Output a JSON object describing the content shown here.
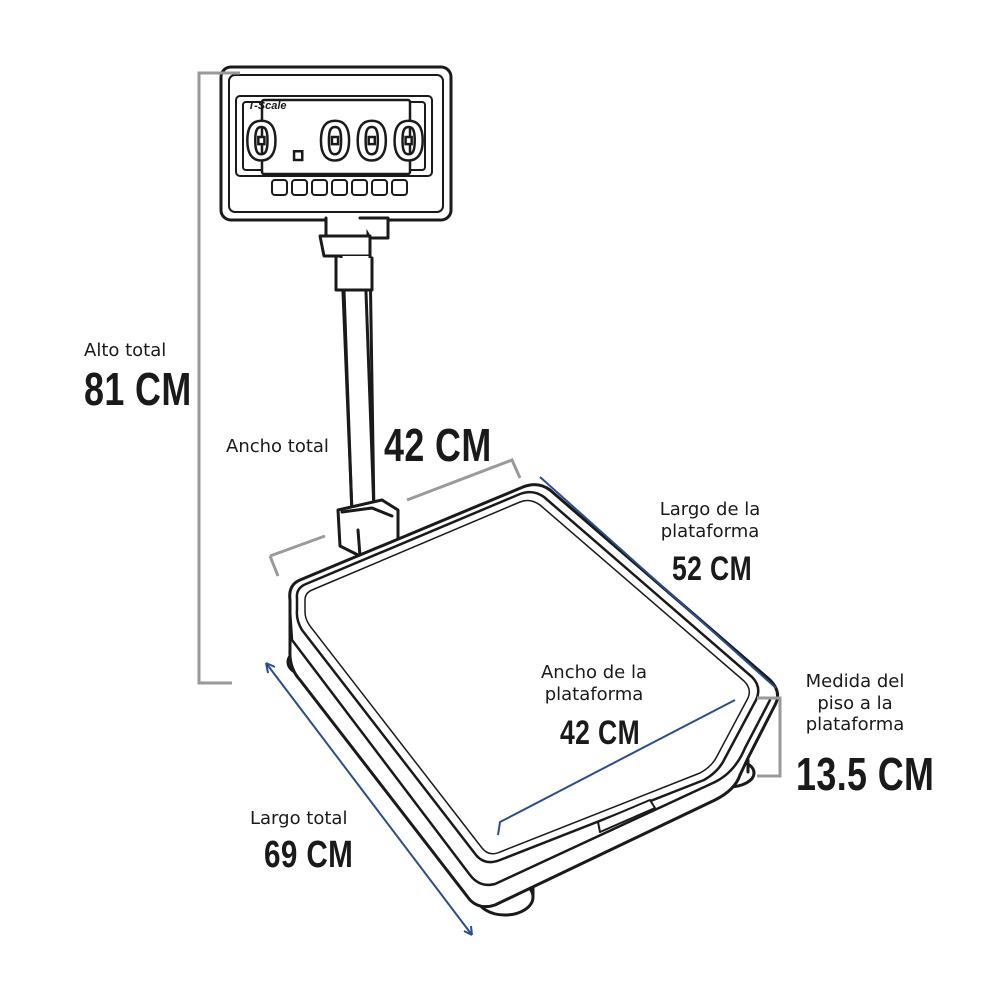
{
  "brand": "T-Scale",
  "display_reading": "0.000",
  "keypad_keys": 7,
  "colors": {
    "ink": "#1a1a1a",
    "dimension_gray": "#9a9a9a",
    "dimension_blue": "#2a4e8c"
  },
  "dimensions": {
    "total_height": {
      "label": "Alto total",
      "value": "81 CM"
    },
    "total_width": {
      "label": "Ancho total",
      "value": "42 CM"
    },
    "platform_length": {
      "label_line1": "Largo de la",
      "label_line2": "plataforma",
      "value": "52 CM"
    },
    "platform_width": {
      "label_line1": "Ancho de la",
      "label_line2": "plataforma",
      "value": "42 CM"
    },
    "floor_to_platform": {
      "label_line1": "Medida del",
      "label_line2": "piso a la",
      "label_line3": "plataforma",
      "value": "13.5 CM"
    },
    "total_length": {
      "label": "Largo total",
      "value": "69 CM"
    }
  }
}
